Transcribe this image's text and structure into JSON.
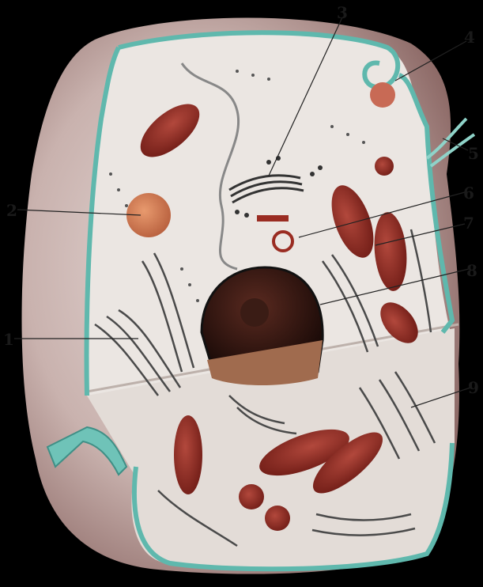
{
  "diagram": {
    "labels": [
      "1",
      "2",
      "3",
      "4",
      "5",
      "6",
      "7",
      "8",
      "9"
    ]
  },
  "colors": {
    "background": "#000000",
    "membrane": "#5fb8ad",
    "cytoplasm": "#e9e4e0",
    "mitochondria": "#8a2a22",
    "nucleus": "#2b1410",
    "cell_surface": "#bca7a3"
  }
}
